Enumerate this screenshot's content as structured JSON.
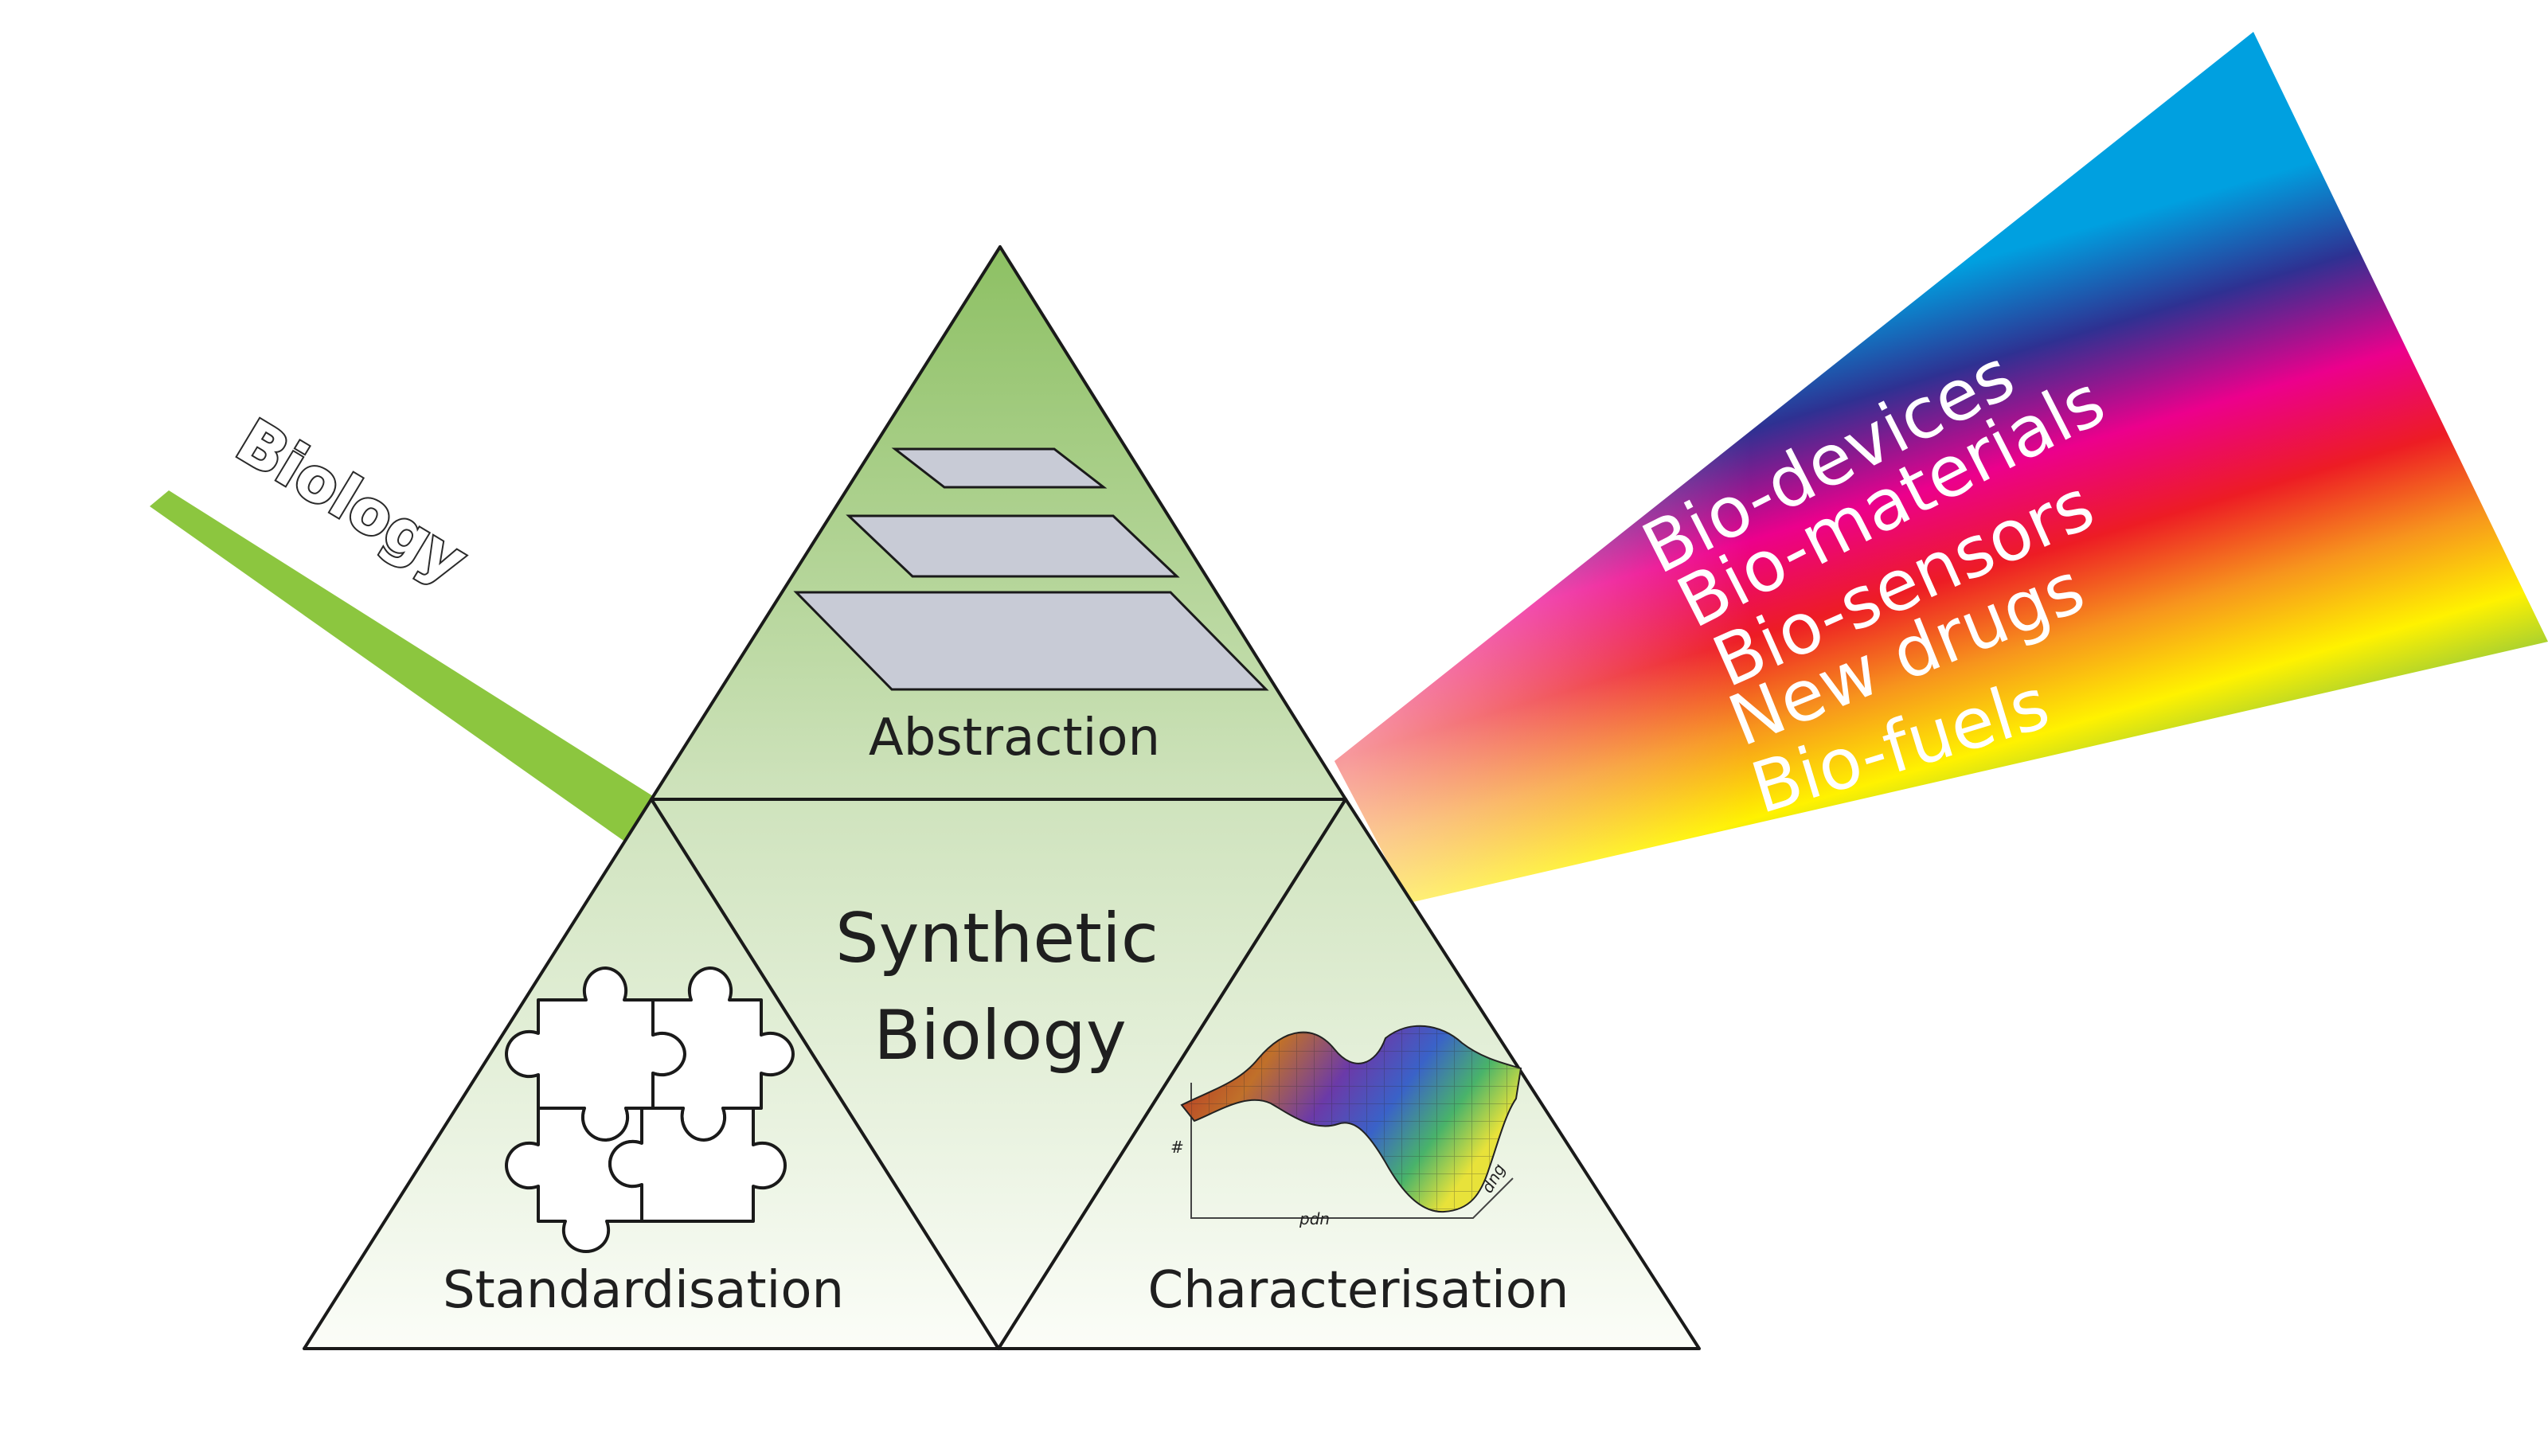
{
  "input_label": "Biology",
  "center_label": [
    "Synthetic",
    "Biology"
  ],
  "panels": {
    "top": "Abstraction",
    "left": "Standardisation",
    "right": "Characterisation"
  },
  "outputs": [
    "Bio-devices",
    "Bio-materials",
    "Bio-sensors",
    "New drugs",
    "Bio-fuels"
  ],
  "surface_axes": {
    "x": "pdn",
    "y": "dng",
    "z": "#"
  },
  "colors": {
    "triangle_top_green": "#9dc97a",
    "triangle_light_green": "#eef5e4",
    "triangle_stroke": "#1a1a1a",
    "beam_green": "#8cc63f",
    "abstraction_layers": "#c8cbd6",
    "spectrum": [
      "#0091d4",
      "#2e3192",
      "#ec008c",
      "#ed1c24",
      "#f7941d",
      "#fff200",
      "#8dc63f",
      "#00a651"
    ]
  }
}
